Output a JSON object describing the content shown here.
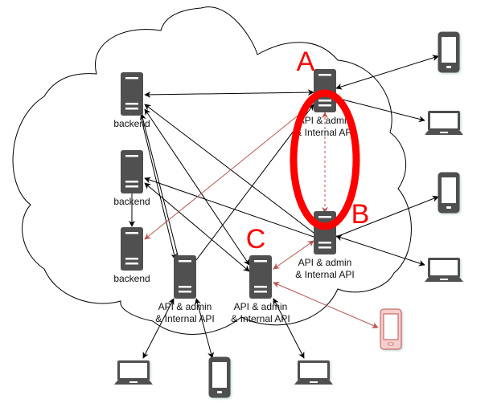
{
  "diagram": {
    "title": "",
    "cloud": {
      "label": ""
    },
    "nodes": [
      {
        "id": "backend1",
        "type": "server",
        "label": "backend"
      },
      {
        "id": "backend2",
        "type": "server",
        "label": "backend"
      },
      {
        "id": "backend3",
        "type": "server",
        "label": "backend"
      },
      {
        "id": "apiA",
        "type": "server",
        "label_line1": "API & admin",
        "label_line2": "& Internal API",
        "marker": "A"
      },
      {
        "id": "apiB",
        "type": "server",
        "label_line1": "API & admin",
        "label_line2": "& Internal API",
        "marker": "B"
      },
      {
        "id": "apiC",
        "type": "server",
        "label_line1": "API & admin",
        "label_line2": "& Internal API",
        "marker": "C"
      },
      {
        "id": "apiD",
        "type": "server",
        "label_line1": "API & admin",
        "label_line2": "& Internal API"
      },
      {
        "id": "phone1",
        "type": "phone",
        "label": ""
      },
      {
        "id": "laptop1",
        "type": "laptop",
        "label": ""
      },
      {
        "id": "phone2",
        "type": "phone",
        "label": ""
      },
      {
        "id": "laptop2",
        "type": "laptop",
        "label": ""
      },
      {
        "id": "phone3",
        "type": "phone",
        "highlight": true,
        "label": ""
      },
      {
        "id": "laptop3",
        "type": "laptop",
        "label": ""
      },
      {
        "id": "phone4",
        "type": "phone",
        "label": ""
      },
      {
        "id": "laptop4",
        "type": "laptop",
        "label": ""
      }
    ],
    "edges": [
      {
        "from": "apiA",
        "to": "backend1",
        "style": "black",
        "bidirectional": true
      },
      {
        "from": "apiA",
        "to": "phone1",
        "style": "black",
        "bidirectional": true
      },
      {
        "from": "apiA",
        "to": "laptop1",
        "style": "black"
      },
      {
        "from": "apiB",
        "to": "backend1",
        "style": "black"
      },
      {
        "from": "apiC",
        "to": "backend1",
        "style": "black",
        "bidirectional": true
      },
      {
        "from": "apiD",
        "to": "backend1",
        "style": "black"
      },
      {
        "from": "backend1",
        "to": "apiD",
        "style": "black"
      },
      {
        "from": "apiD",
        "to": "apiA",
        "style": "black"
      },
      {
        "from": "apiB",
        "to": "backend2",
        "style": "black"
      },
      {
        "from": "apiC",
        "to": "backend2",
        "style": "black",
        "bidirectional": true
      },
      {
        "from": "backend2",
        "to": "backend3",
        "style": "black"
      },
      {
        "from": "apiA",
        "to": "backend3",
        "style": "red"
      },
      {
        "from": "apiA",
        "to": "apiB",
        "style": "red-dashed",
        "bidirectional": true
      },
      {
        "from": "apiB",
        "to": "phone2",
        "style": "black"
      },
      {
        "from": "apiB",
        "to": "laptop2",
        "style": "black",
        "bidirectional": true
      },
      {
        "from": "apiB",
        "to": "apiC",
        "style": "red",
        "bidirectional": true
      },
      {
        "from": "apiC",
        "to": "phone3",
        "style": "red",
        "bidirectional": true
      },
      {
        "from": "apiD",
        "to": "laptop3",
        "style": "black",
        "bidirectional": true
      },
      {
        "from": "apiD",
        "to": "phone4",
        "style": "black",
        "bidirectional": true
      },
      {
        "from": "apiC",
        "to": "laptop4",
        "style": "black",
        "bidirectional": true
      }
    ],
    "highlight_ellipse": {
      "around": [
        "apiA",
        "apiB"
      ],
      "color": "#ff0000"
    },
    "colors": {
      "device": "#505050",
      "edge": "#000000",
      "edge_red": "#b85450",
      "marker": "#ff0000",
      "highlight_device_fill": "#f8cecc",
      "highlight_device_stroke": "#b85450"
    }
  }
}
